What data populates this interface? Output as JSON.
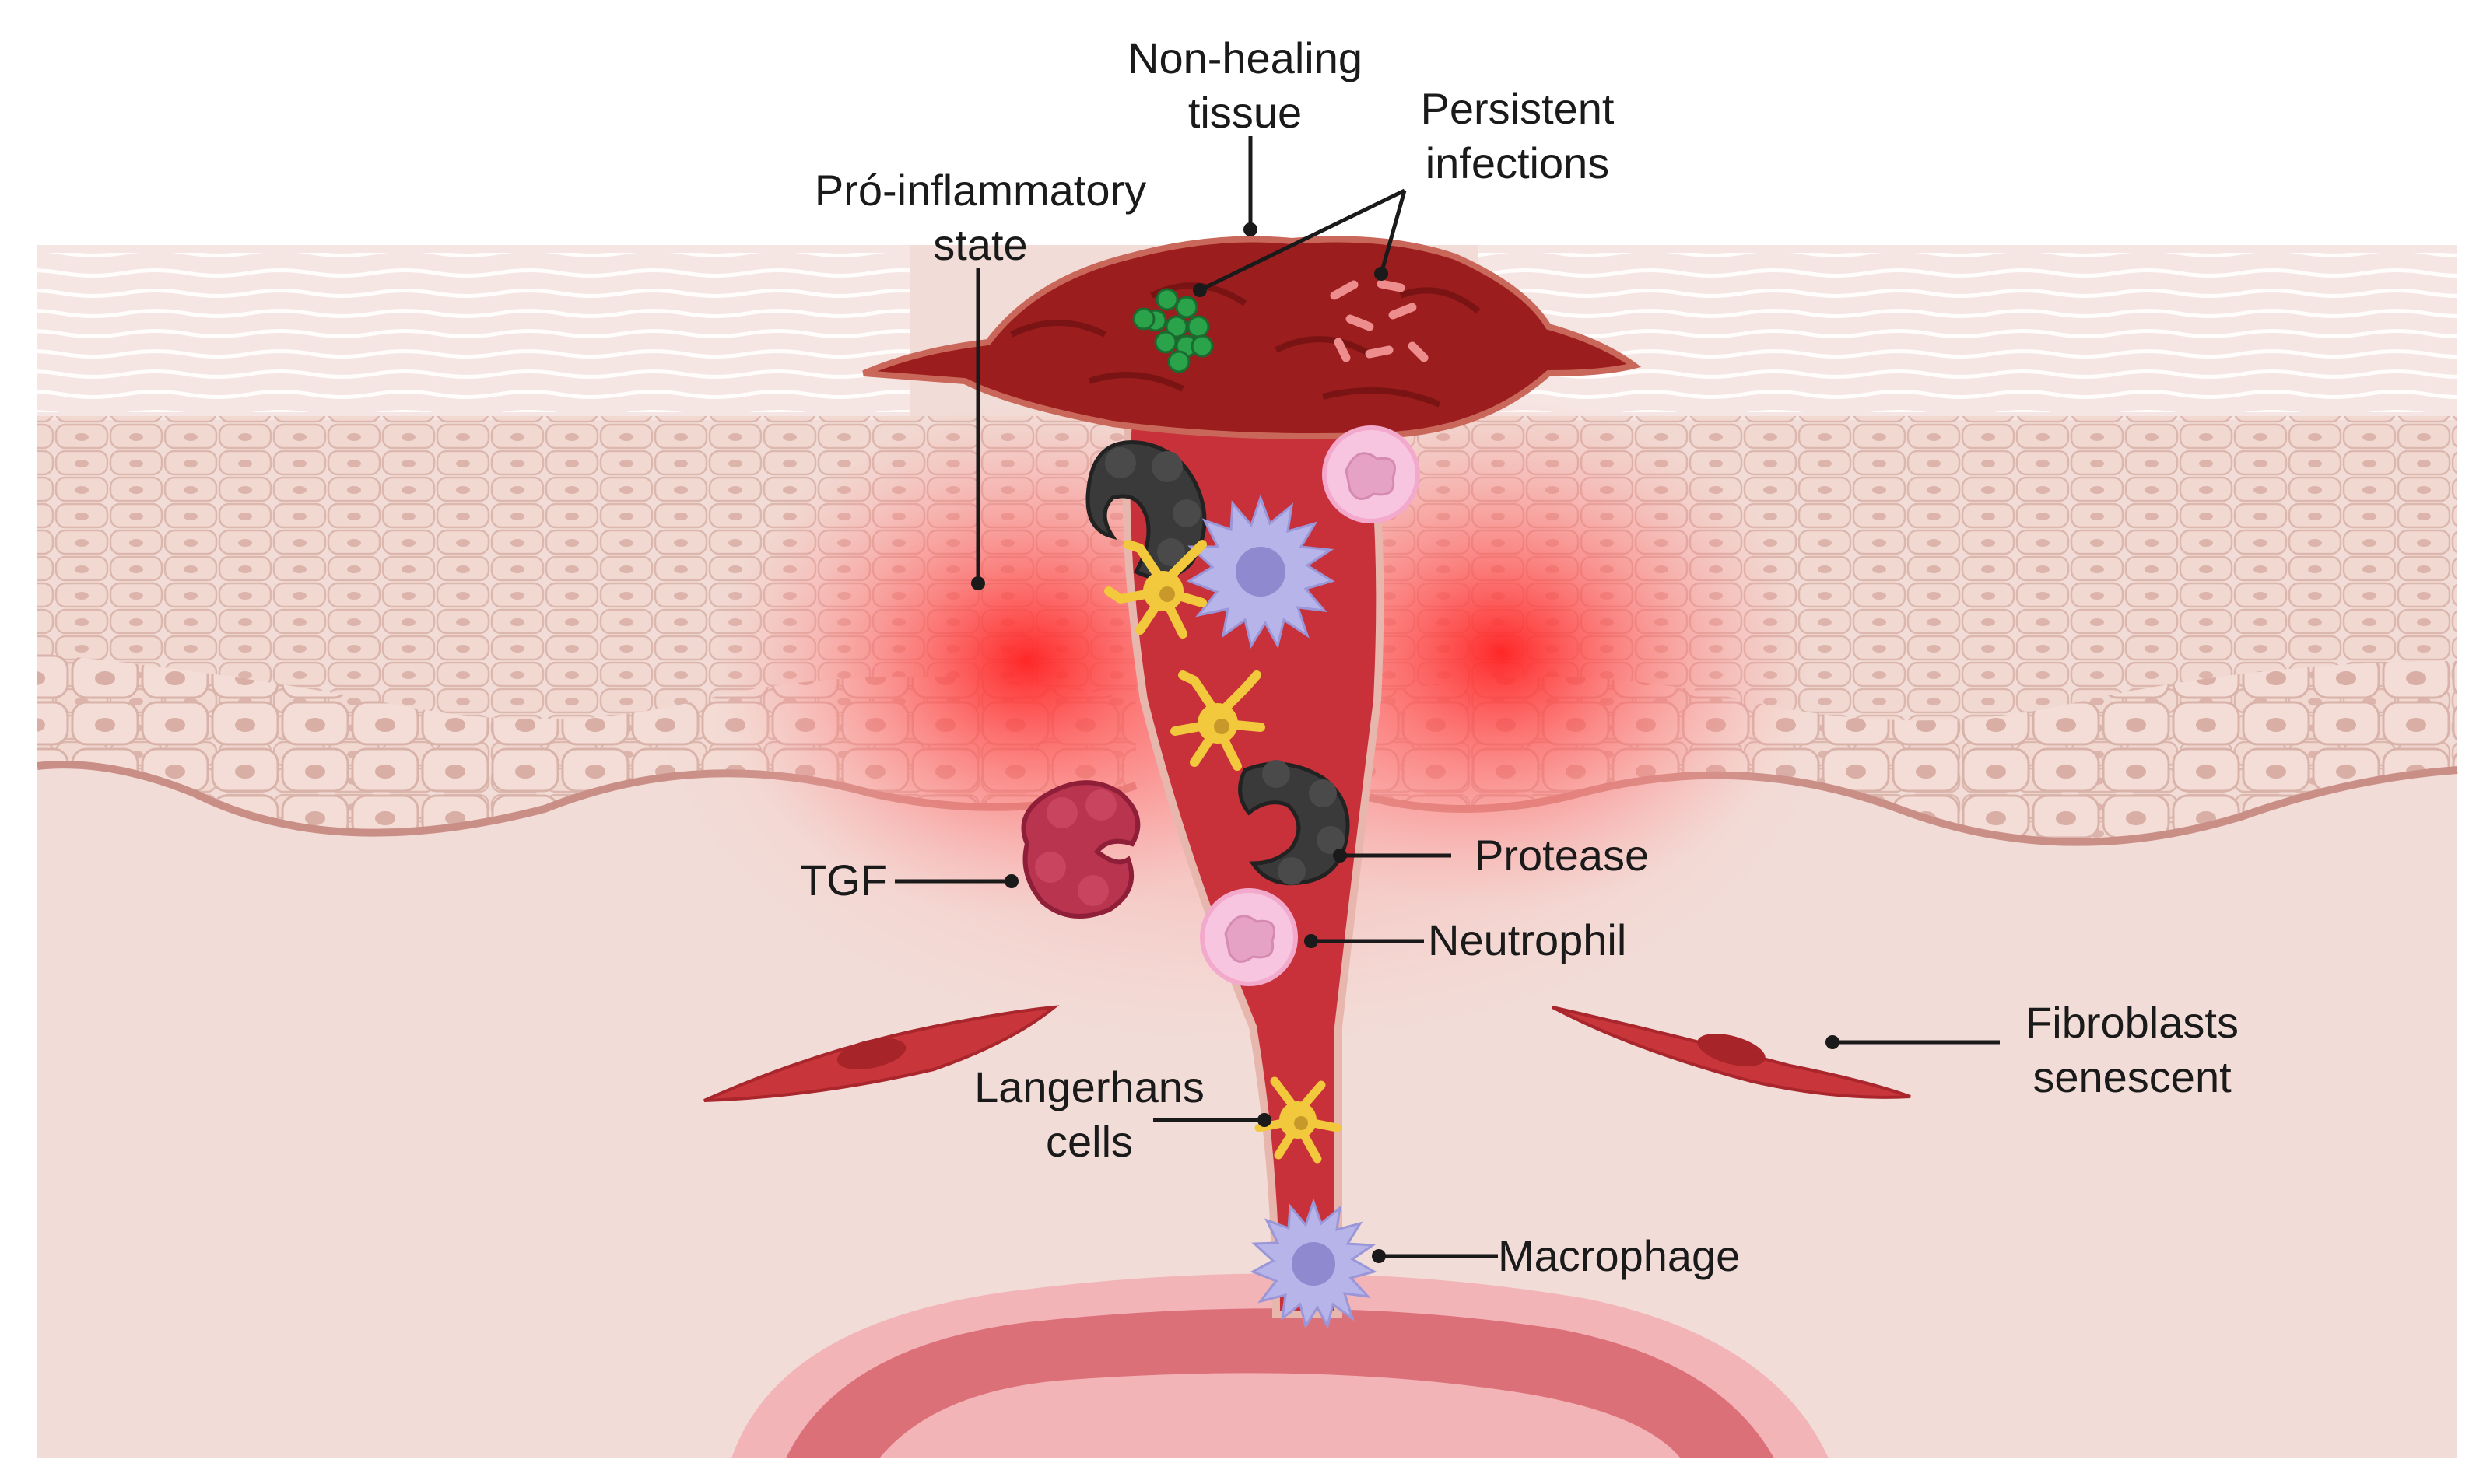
{
  "labels": {
    "non_healing_tissue": [
      "Non-healing",
      "tissue"
    ],
    "persistent_infections": [
      "Persistent",
      "infections"
    ],
    "pro_inflammatory_state": [
      "Pró-inflammatory",
      "state"
    ],
    "tgf": "TGF",
    "protease": "Protease",
    "neutrophil": "Neutrophil",
    "langerhans_cells": [
      "Langerhans",
      "cells"
    ],
    "fibroblasts_senescent": [
      "Fibroblasts",
      "senescent"
    ],
    "macrophage": "Macrophage"
  },
  "colors": {
    "dermis": "#f2dcd7",
    "epidermis": "#efd3cb",
    "stratum_corneum": "#f9ecea",
    "wound": "#9e1e1e",
    "channel": "#d85a63",
    "inflammation_glow": "#ff2a2a",
    "fibroblast": "#c8353a",
    "protease": "#3b3b3b",
    "neutrophil": "#f6c2dd",
    "macrophage": "#b3b0e6",
    "langerhans": "#f2c83c",
    "tgf": "#b8344f",
    "bacteria_green": "#2aa34a",
    "bacteria_pink": "#e98a8a"
  }
}
